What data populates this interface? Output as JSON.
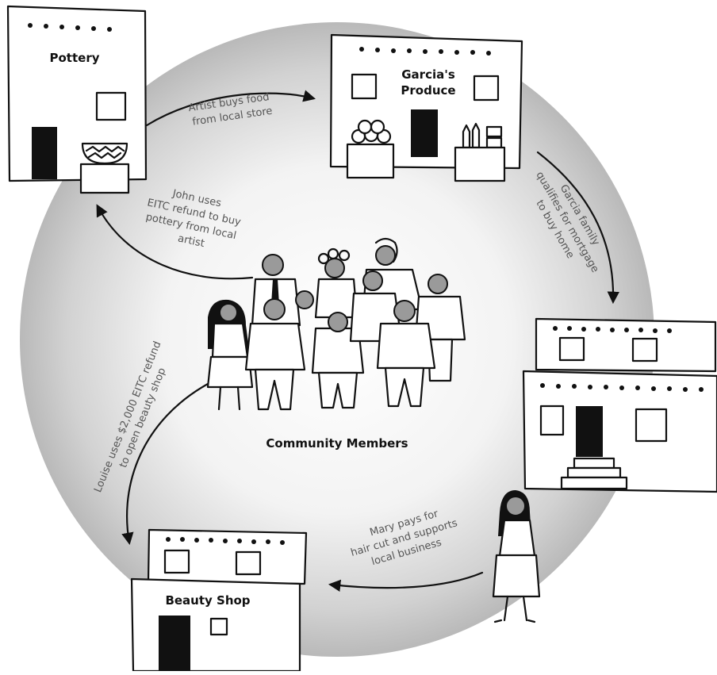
{
  "buildings": {
    "pottery": "Pottery",
    "produce_line1": "Garcia's",
    "produce_line2": "Produce",
    "beauty": "Beauty Shop"
  },
  "captions": {
    "artist": [
      "Artist buys food",
      "from local store"
    ],
    "garcia": [
      "Garcia family",
      "qualifies for mortgage",
      "to buy home"
    ],
    "mary": [
      "Mary pays for",
      "hair cut and supports",
      "local business"
    ],
    "louise": [
      "Louise uses $2,000 EITC refund",
      "to open beauty shop"
    ],
    "john": [
      "John uses",
      "EITC refund to buy",
      "pottery from local",
      "artist"
    ]
  },
  "community_label": "Community Members"
}
